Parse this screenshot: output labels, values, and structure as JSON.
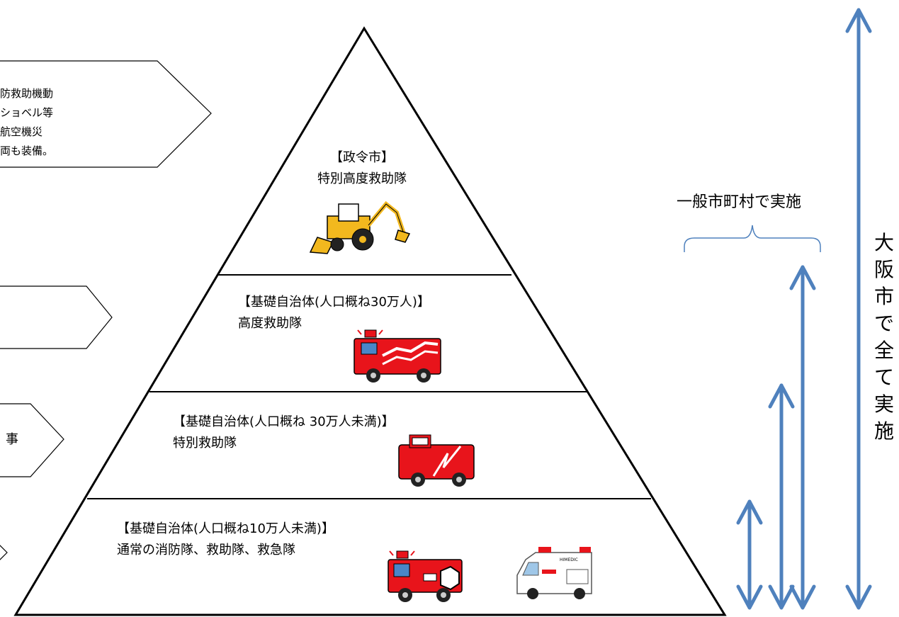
{
  "callouts": {
    "top": [
      "防救助機動",
      "ショベル等",
      "航空機災",
      "両も装備。"
    ],
    "tier3": "事"
  },
  "tiers": {
    "top": {
      "line1": "【政令市】",
      "line2": "特別高度救助隊"
    },
    "second": {
      "line1": "【基礎自治体(人口概ね30万人)】",
      "line2": "高度救助隊"
    },
    "third": {
      "line1": "【基礎自治体(人口概ね 30万人未満)】",
      "line2": "特別救助隊"
    },
    "bottom": {
      "line1": "【基礎自治体(人口概ね10万人未満)】",
      "line2": "通常の消防隊、救助隊、救急隊"
    }
  },
  "right": {
    "general_label": "一般市町村で実施",
    "osaka_label": "大阪市で全て実施",
    "osaka_chars": [
      "大",
      "阪",
      "市",
      "で",
      "全",
      "て",
      "実",
      "施"
    ]
  },
  "vehicles": {
    "ambulance_text": "HIMEDIC"
  },
  "colors": {
    "arrow": "#4f81bd",
    "bracket": "#4f81bd",
    "truck_red": "#e8141b",
    "excavator_yellow": "#f2b81e"
  }
}
